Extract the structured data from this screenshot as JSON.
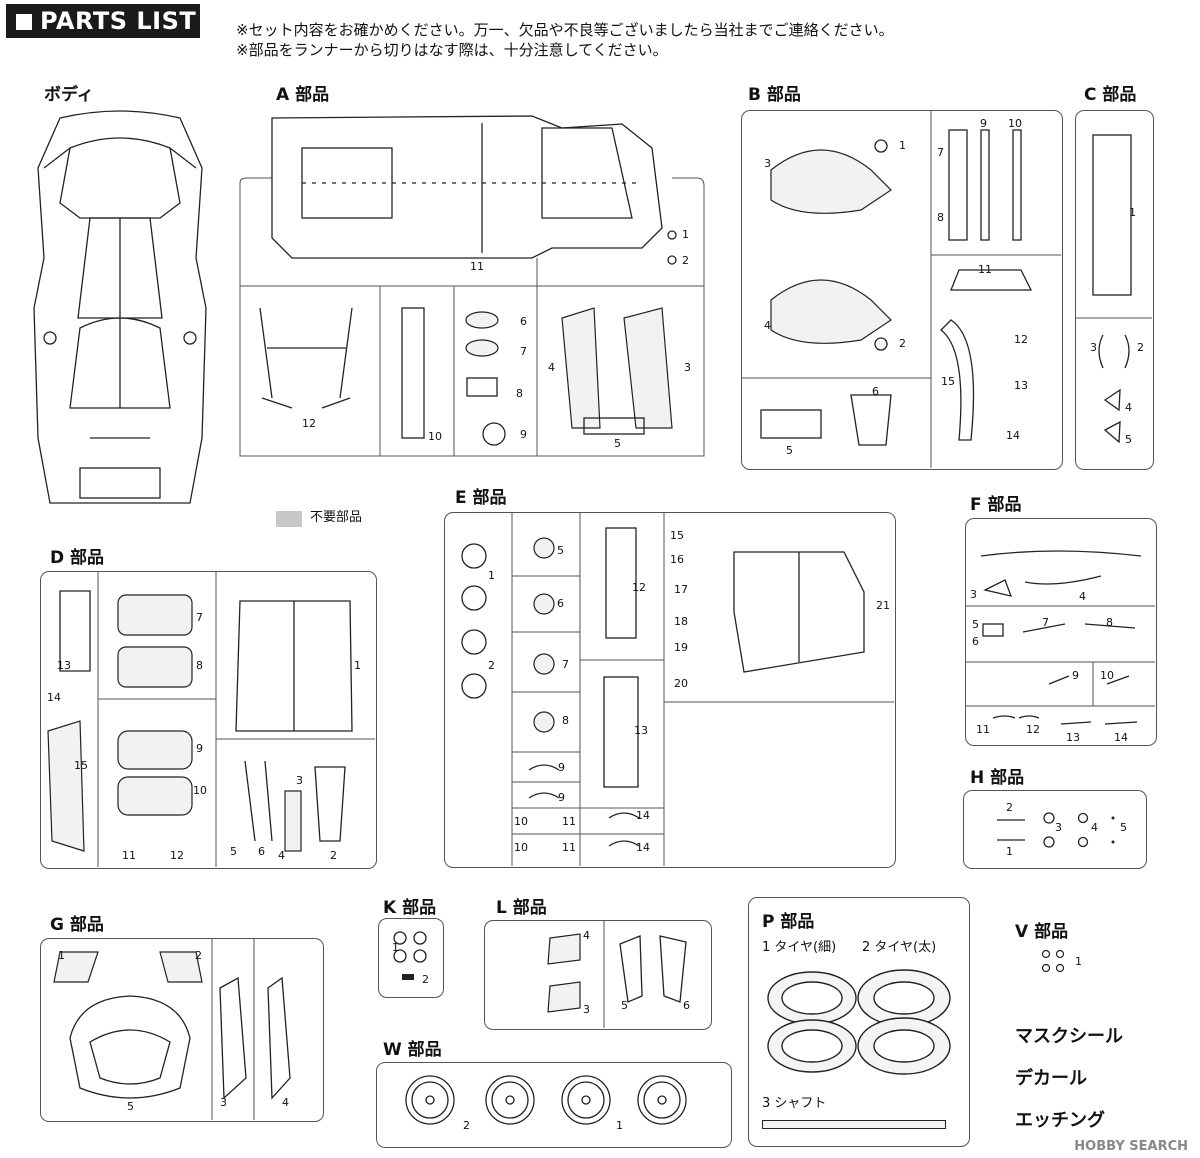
{
  "header": {
    "title": "PARTS LIST"
  },
  "notes": [
    "※セット内容をお確かめください。万一、欠品や不良等ございましたら当社までご連絡ください。",
    "※部品をランナーから切りはなす際は、十分注意してください。"
  ],
  "legend": {
    "unneeded": "不要部品"
  },
  "sections": {
    "body": {
      "title": "ボディ"
    },
    "A": {
      "title": "A 部品",
      "nums": [
        "1",
        "2",
        "11",
        "12",
        "10",
        "6",
        "7",
        "8",
        "9",
        "4",
        "3",
        "5"
      ]
    },
    "B": {
      "title": "B 部品",
      "nums": [
        "3",
        "1",
        "7",
        "9",
        "10",
        "8",
        "4",
        "2",
        "11",
        "12",
        "15",
        "13",
        "14",
        "5",
        "6"
      ]
    },
    "C": {
      "title": "C 部品",
      "nums": [
        "1",
        "3",
        "2",
        "4",
        "5"
      ]
    },
    "D": {
      "title": "D 部品",
      "nums": [
        "7",
        "8",
        "13",
        "14",
        "15",
        "1",
        "9",
        "10",
        "11",
        "12",
        "3",
        "5",
        "6",
        "4",
        "2"
      ]
    },
    "E": {
      "title": "E 部品",
      "nums": [
        "1",
        "2",
        "5",
        "6",
        "7",
        "8",
        "9",
        "9",
        "10",
        "11",
        "10",
        "11",
        "12",
        "13",
        "14",
        "14",
        "15",
        "16",
        "17",
        "18",
        "19",
        "20",
        "21"
      ]
    },
    "F": {
      "title": "F 部品",
      "nums": [
        "3",
        "4",
        "5",
        "6",
        "7",
        "8",
        "9",
        "10",
        "11",
        "12",
        "13",
        "14"
      ]
    },
    "H": {
      "title": "H 部品",
      "nums": [
        "2",
        "1",
        "3",
        "4",
        "5"
      ]
    },
    "G": {
      "title": "G 部品",
      "nums": [
        "1",
        "2",
        "5",
        "3",
        "4"
      ]
    },
    "K": {
      "title": "K 部品",
      "nums": [
        "1",
        "2"
      ]
    },
    "L": {
      "title": "L 部品",
      "nums": [
        "4",
        "3",
        "5",
        "6"
      ]
    },
    "W": {
      "title": "W 部品",
      "nums": [
        "2",
        "1"
      ]
    },
    "P": {
      "title": "P 部品",
      "tire_thin": "1 タイヤ(細)",
      "tire_thick": "2 タイヤ(太)",
      "shaft": "3 シャフト"
    },
    "V": {
      "title": "V 部品",
      "nums": [
        "1"
      ]
    }
  },
  "extras": {
    "mask_seal": "マスクシール",
    "decal": "デカール",
    "etching": "エッチング"
  },
  "watermark": "HOBBY SEARCH"
}
